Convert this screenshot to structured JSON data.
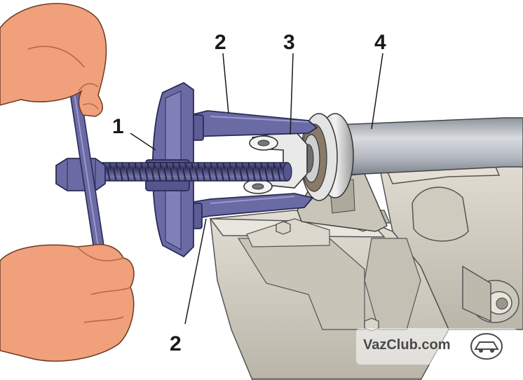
{
  "figure": {
    "callouts": [
      {
        "id": "c1",
        "label": "1"
      },
      {
        "id": "c2a",
        "label": "2"
      },
      {
        "id": "c3",
        "label": "3"
      },
      {
        "id": "c4",
        "label": "4"
      },
      {
        "id": "c2b",
        "label": "2"
      }
    ],
    "watermark": {
      "text": "VazClub.com",
      "logo_icon": "car-badge-icon"
    },
    "colors": {
      "puller": "#6a6aa4",
      "puller_dark": "#3f3f72",
      "skin": "#f0a07a",
      "vise": "#d6d2c6",
      "vise_shadow": "#aaa699",
      "shaft": "#b8bcc4",
      "bearing": "#8a8a8a",
      "background": "#ffffff"
    }
  }
}
